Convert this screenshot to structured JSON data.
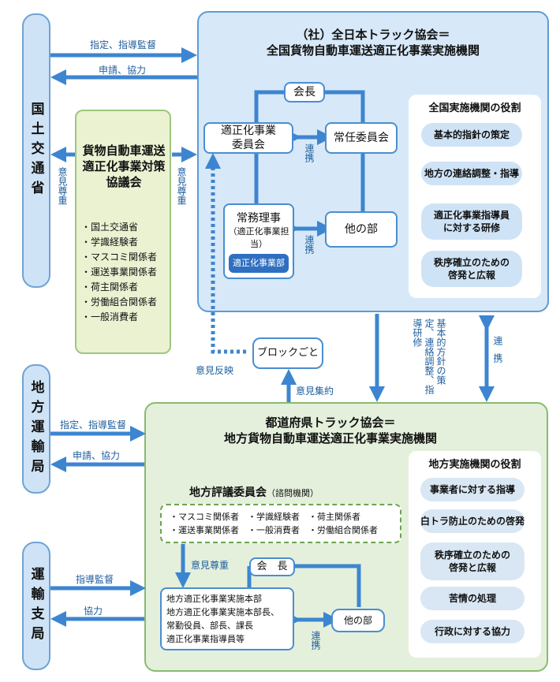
{
  "left": {
    "mlit": "国土交通省",
    "regional_bureau": "地方運輸局",
    "branch_office": "運輸支局"
  },
  "arrows": {
    "designate_guidance": "指定、指導監督",
    "apply_cooperate": "申請、協力",
    "respect_opinion_left": "意見尊重",
    "respect_opinion_right": "意見尊重",
    "regional_designate": "指定、指導監督",
    "regional_apply": "申請、協力",
    "branch_guidance": "指導監督",
    "branch_cooperate": "協力",
    "opinion_reflect": "意見反映",
    "opinion_gather": "意見集約",
    "policy_guidance": "基本的方針の策定、連絡調整、指導研修",
    "cooperation_main": "連携",
    "link1": "連携",
    "link2": "連携",
    "link3": "連携",
    "respect_local": "意見尊重"
  },
  "council": {
    "title": "貨物自動車運送適正化事業対策協議会",
    "members": [
      "国土交通省",
      "学識経験者",
      "マスコミ関係者",
      "運送事業関係者",
      "荷主関係者",
      "労働組合関係者",
      "一般消費者"
    ]
  },
  "national": {
    "title1": "（社）全日本トラック協会＝",
    "title2": "全国貨物自動車運送適正化事業実施機関",
    "chairman": "会長",
    "committee": "適正化事業委員会",
    "standing": "常任委員会",
    "director": "常務理事",
    "director_note": "（適正化事業担当）",
    "dept": "適正化事業部",
    "other_dept": "他の部",
    "roles_title": "全国実施機関の役割",
    "roles": [
      "基本的指針の策定",
      "地方の連絡調整・指導",
      "適正化事業指導員に対する研修",
      "秩序確立のための啓発と広報"
    ]
  },
  "block": "ブロックごと",
  "regional": {
    "title1": "都道府県トラック協会＝",
    "title2": "地方貨物自動車運送適正化事業実施機関",
    "council_title": "地方評議委員会",
    "council_note": "（諮問機関）",
    "members_row1": "・マスコミ関係者　・学識経験者　・荷主関係者",
    "members_row2": "・運送事業関係者　・一般消費者　・労働組合関係者",
    "chairman": "会　長",
    "hq_lines": [
      "地方適正化事業実施本部",
      "地方適正化事業実施本部長、",
      "常勤役員、部長、課長",
      "適正化事業指導員等"
    ],
    "other_dept": "他の部",
    "roles_title": "地方実施機関の役割",
    "roles": [
      "事業者に対する指導",
      "白トラ防止のための啓発",
      "秩序確立のための啓発と広報",
      "苦情の処理",
      "行政に対する協力"
    ]
  },
  "colors": {
    "arrow": "#3d85d0",
    "pill_fill": "#cfe3f6",
    "national_fill": "#d7e8f8",
    "regional_fill": "#e4f0dc",
    "council_fill": "#eaf2d2"
  }
}
